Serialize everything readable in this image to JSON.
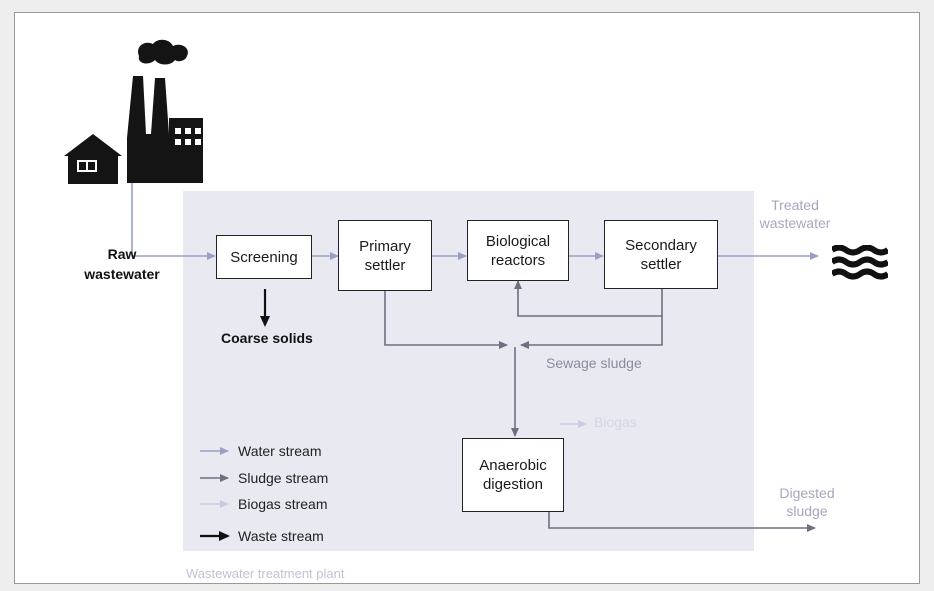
{
  "nodes": {
    "screening": "Screening",
    "primary_settler": "Primary settler",
    "biological_reactors": "Biological reactors",
    "secondary_settler": "Secondary settler",
    "anaerobic_digestion": "Anaerobic digestion"
  },
  "labels": {
    "raw_wastewater": "Raw wastewater",
    "coarse_solids": "Coarse solids",
    "treated_wastewater": "Treated wastewater",
    "sewage_sludge": "Sewage sludge",
    "biogas": "Biogas",
    "digested_sludge": "Digested sludge",
    "plant_area": "Wastewater treatment plant"
  },
  "legend": [
    {
      "label": "Water stream",
      "stream": "water"
    },
    {
      "label": "Sludge stream",
      "stream": "sludge"
    },
    {
      "label": "Biogas stream",
      "stream": "biogas"
    },
    {
      "label": "Waste stream",
      "stream": "waste"
    }
  ],
  "icons": [
    "house-icon",
    "factory-icon",
    "water-waves-icon"
  ],
  "colors": {
    "water_stream": "#9aa0c2",
    "sludge_stream": "#6f6f82",
    "biogas_stream": "#c9cce0",
    "waste_stream": "#111111",
    "plant_area": "#e8e9f1"
  }
}
